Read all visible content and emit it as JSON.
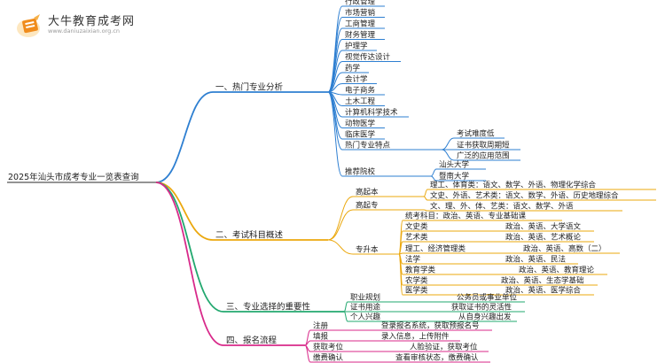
{
  "brand": {
    "name": "大牛教育成考网",
    "url": "www.daniuzaixian.org.cn"
  },
  "root": "2025年汕头市成考专业一览表查询",
  "colors": {
    "b1": "#2e7fd1",
    "b2": "#eba80e",
    "b3": "#22a86f",
    "b4": "#d8298a"
  },
  "b1": {
    "label": "一、热门专业分析",
    "majors": [
      "行政管理",
      "市场营销",
      "工商管理",
      "财务管理",
      "护理学",
      "视觉传达设计",
      "药学",
      "会计学",
      "电子商务",
      "土木工程",
      "计算机科学技术",
      "动物医学",
      "临床医学"
    ],
    "features_label": "热门专业特点",
    "features": [
      "考试难度低",
      "证书获取周期短",
      "广泛的应用范围"
    ],
    "schools_label": "推荐院校",
    "schools": [
      "汕头大学",
      "暨南大学"
    ]
  },
  "b2": {
    "label": "二、考试科目概述",
    "gqb_label": "高起本",
    "gqb": [
      "理工、体育类：语文、数学、外语、物理化学综合",
      "文史、外语、艺术类：语文、数学、外语、历史地理综合"
    ],
    "gqz_label": "高起专",
    "gqz": "文、理、外、体、艺类：语文、数学、外语",
    "zsb_label": "专升本",
    "zsb_common": "统考科目：政治、英语、专业基础课",
    "zsb": [
      {
        "cat": "文史类",
        "subj": "政治、英语、大学语文"
      },
      {
        "cat": "艺术类",
        "subj": "政治、英语、艺术概论"
      },
      {
        "cat": "理工、经济管理类",
        "subj": "政治、英语、高数（二）"
      },
      {
        "cat": "法学",
        "subj": "政治、英语、民法"
      },
      {
        "cat": "教育学类",
        "subj": "政治、英语、教育理论"
      },
      {
        "cat": "农学类",
        "subj": "政治、英语、生态学基础"
      },
      {
        "cat": "医学类",
        "subj": "政治、英语、医学综合"
      }
    ]
  },
  "b3": {
    "label": "三、专业选择的重要性",
    "items": [
      {
        "key": "职业规划",
        "val": "公务员或事业单位"
      },
      {
        "key": "证书用途",
        "val": "获取证书的灵活性"
      },
      {
        "key": "个人兴趣",
        "val": "从自身兴趣出发"
      }
    ]
  },
  "b4": {
    "label": "四、报名流程",
    "items": [
      {
        "key": "注册",
        "val": "登录报名系统，获取预报名号"
      },
      {
        "key": "填报",
        "val": "录入信息，上传附件"
      },
      {
        "key": "获取考位",
        "val": "人脸验证，获取考位"
      },
      {
        "key": "缴费确认",
        "val": "查看审核状态，缴费确认"
      }
    ]
  }
}
